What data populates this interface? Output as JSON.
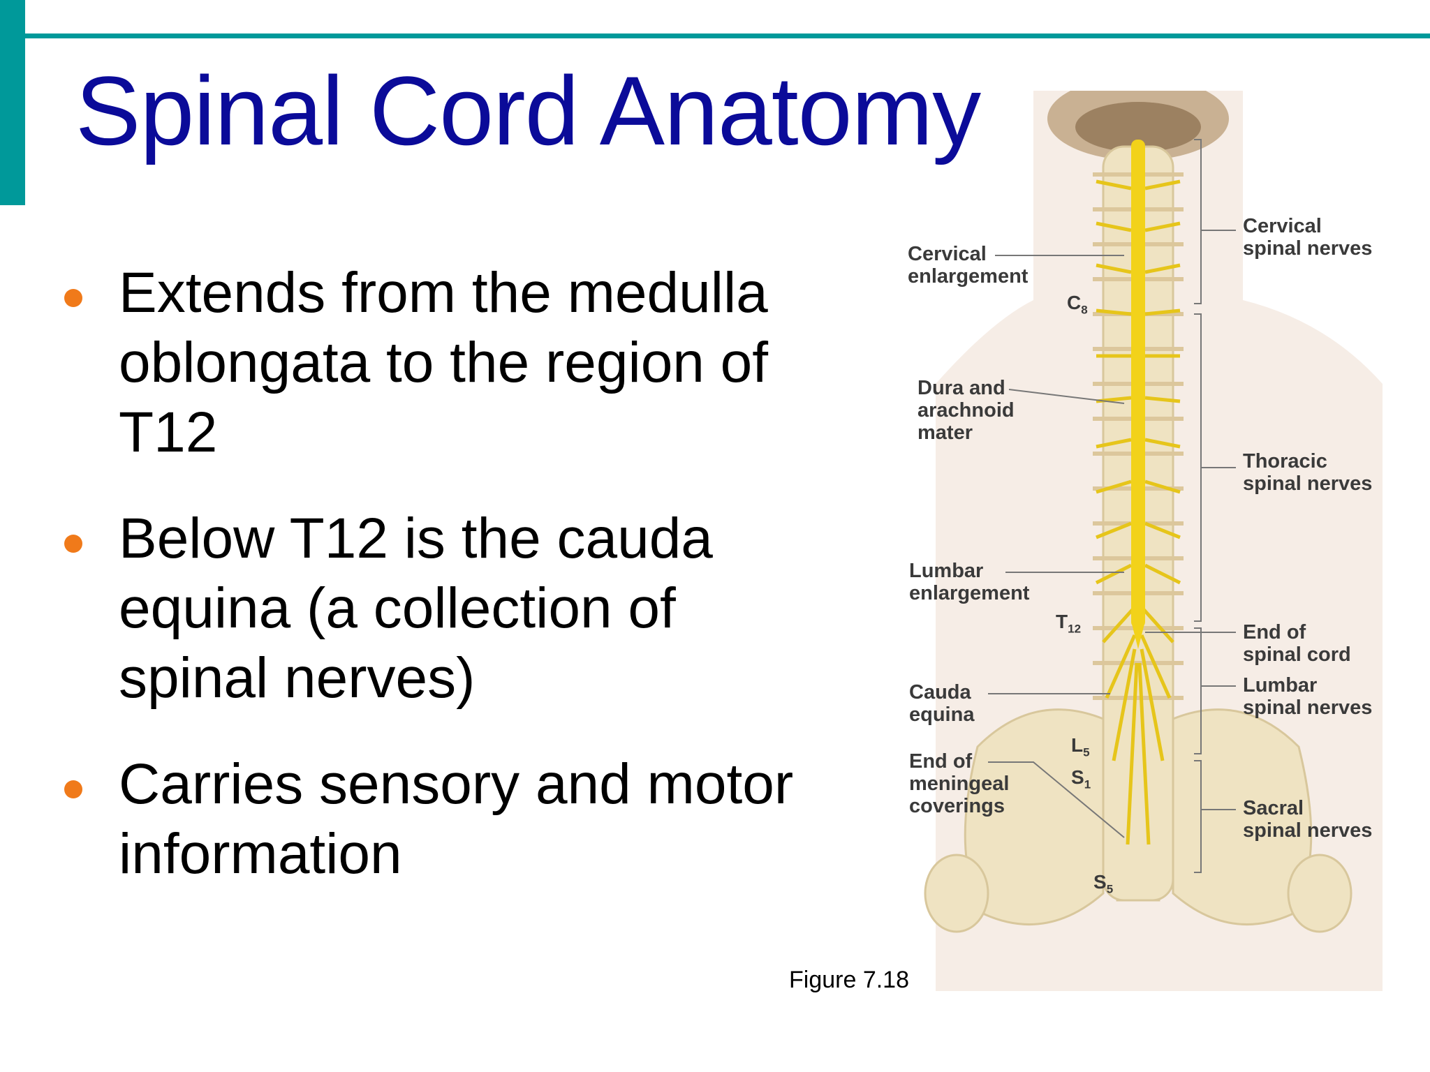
{
  "slide": {
    "title": "Spinal Cord Anatomy",
    "bullets": [
      {
        "text": "Extends from the medulla oblongata to the region of T12"
      },
      {
        "text": "Below T12 is the cauda equina (a collection of spinal nerves)"
      },
      {
        "text": "Carries sensory and motor information"
      }
    ],
    "figure_caption": "Figure 7.18"
  },
  "figure": {
    "left_labels": {
      "cervical_enlargement": "Cervical\nenlargement",
      "dura_arachnoid": "Dura and\narachnoid\nmater",
      "lumbar_enlargement": "Lumbar\nenlargement",
      "cauda_equina": "Cauda\nequina",
      "end_meningeal": "End of\nmeningeal\ncoverings"
    },
    "right_labels": {
      "cervical_nerves": "Cervical\nspinal nerves",
      "thoracic_nerves": "Thoracic\nspinal nerves",
      "end_spinal_cord": "End of\nspinal cord",
      "lumbar_nerves": "Lumbar\nspinal nerves",
      "sacral_nerves": "Sacral\nspinal nerves"
    },
    "vertebra_labels": {
      "c8": {
        "main": "C",
        "sub": "8"
      },
      "t12": {
        "main": "T",
        "sub": "12"
      },
      "l5": {
        "main": "L",
        "sub": "5"
      },
      "s1": {
        "main": "S",
        "sub": "1"
      },
      "s5": {
        "main": "S",
        "sub": "5"
      }
    }
  },
  "colors": {
    "accent": "#00999a",
    "title": "#0b0b99",
    "bullet": "#f07a1a",
    "spinal_cord": "#f2d21a",
    "bone": "#efe3c2"
  }
}
